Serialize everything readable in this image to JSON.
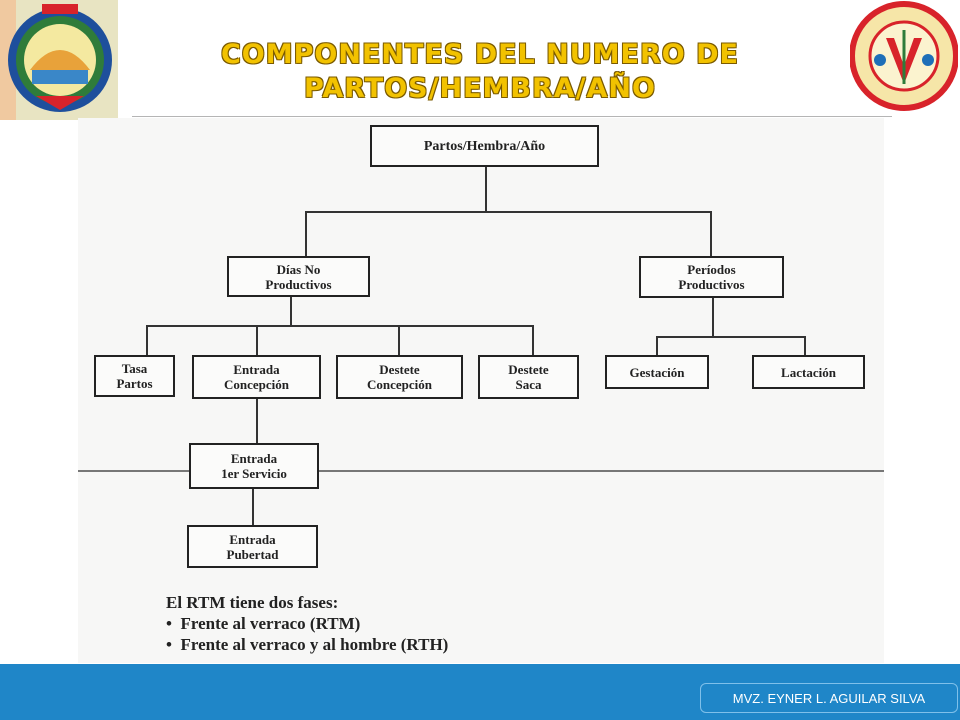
{
  "slide": {
    "title_line1": "Componentes del numero de",
    "title_line2": "partos/hembra/año"
  },
  "diagram": {
    "root": "Partos/Hembra/Año",
    "dias_no_productivos": "Días No\nProductivos",
    "periodos_productivos": "Períodos\nProductivos",
    "tasa_partos": "Tasa\nPartos",
    "entrada_concepcion": "Entrada\nConcepción",
    "destete_concepcion": "Destete\nConcepción",
    "destete_saca": "Destete\nSaca",
    "gestacion": "Gestación",
    "lactacion": "Lactación",
    "entrada_1er_servicio": "Entrada\n1er Servicio",
    "entrada_pubertad": "Entrada\nPubertad"
  },
  "note": {
    "heading": "El RTM tiene dos fases:",
    "items": [
      "•  Frente al verraco (RTM)",
      "•  Frente al verraco y al hombre (RTH)"
    ]
  },
  "footer": {
    "author": "MVZ. EYNER L. AGUILAR SILVA"
  },
  "colors": {
    "title": "#f2c200",
    "footer_bar": "#1f86c8",
    "logo_right_ring": "#d8232a"
  },
  "logos": {
    "left": "university-seal-icon",
    "right": "mvz-faculty-seal-icon"
  }
}
